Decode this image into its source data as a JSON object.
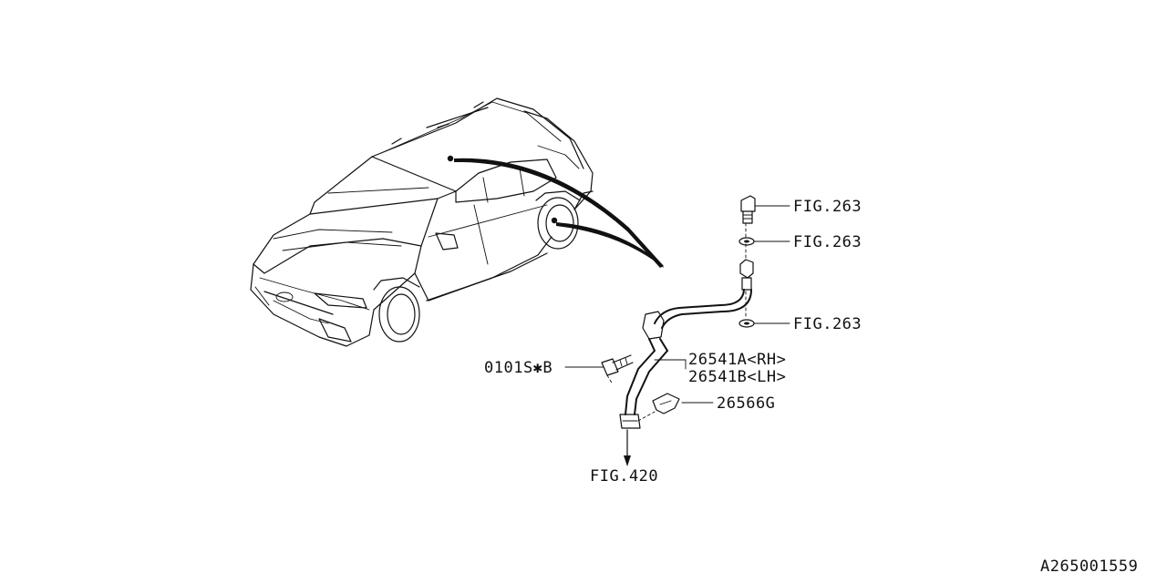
{
  "diagram": {
    "labels": {
      "bolt_ref": "FIG.263",
      "upper_washer_ref": "FIG.263",
      "lower_washer_ref": "FIG.263",
      "clip_bolt_part": "0101S✱B",
      "hose_rh_part": "26541A<RH>",
      "hose_lh_part": "26541B<LH>",
      "bracket_part": "26566G",
      "caliper_ref": "FIG.420"
    },
    "figure_id": "A265001559"
  }
}
